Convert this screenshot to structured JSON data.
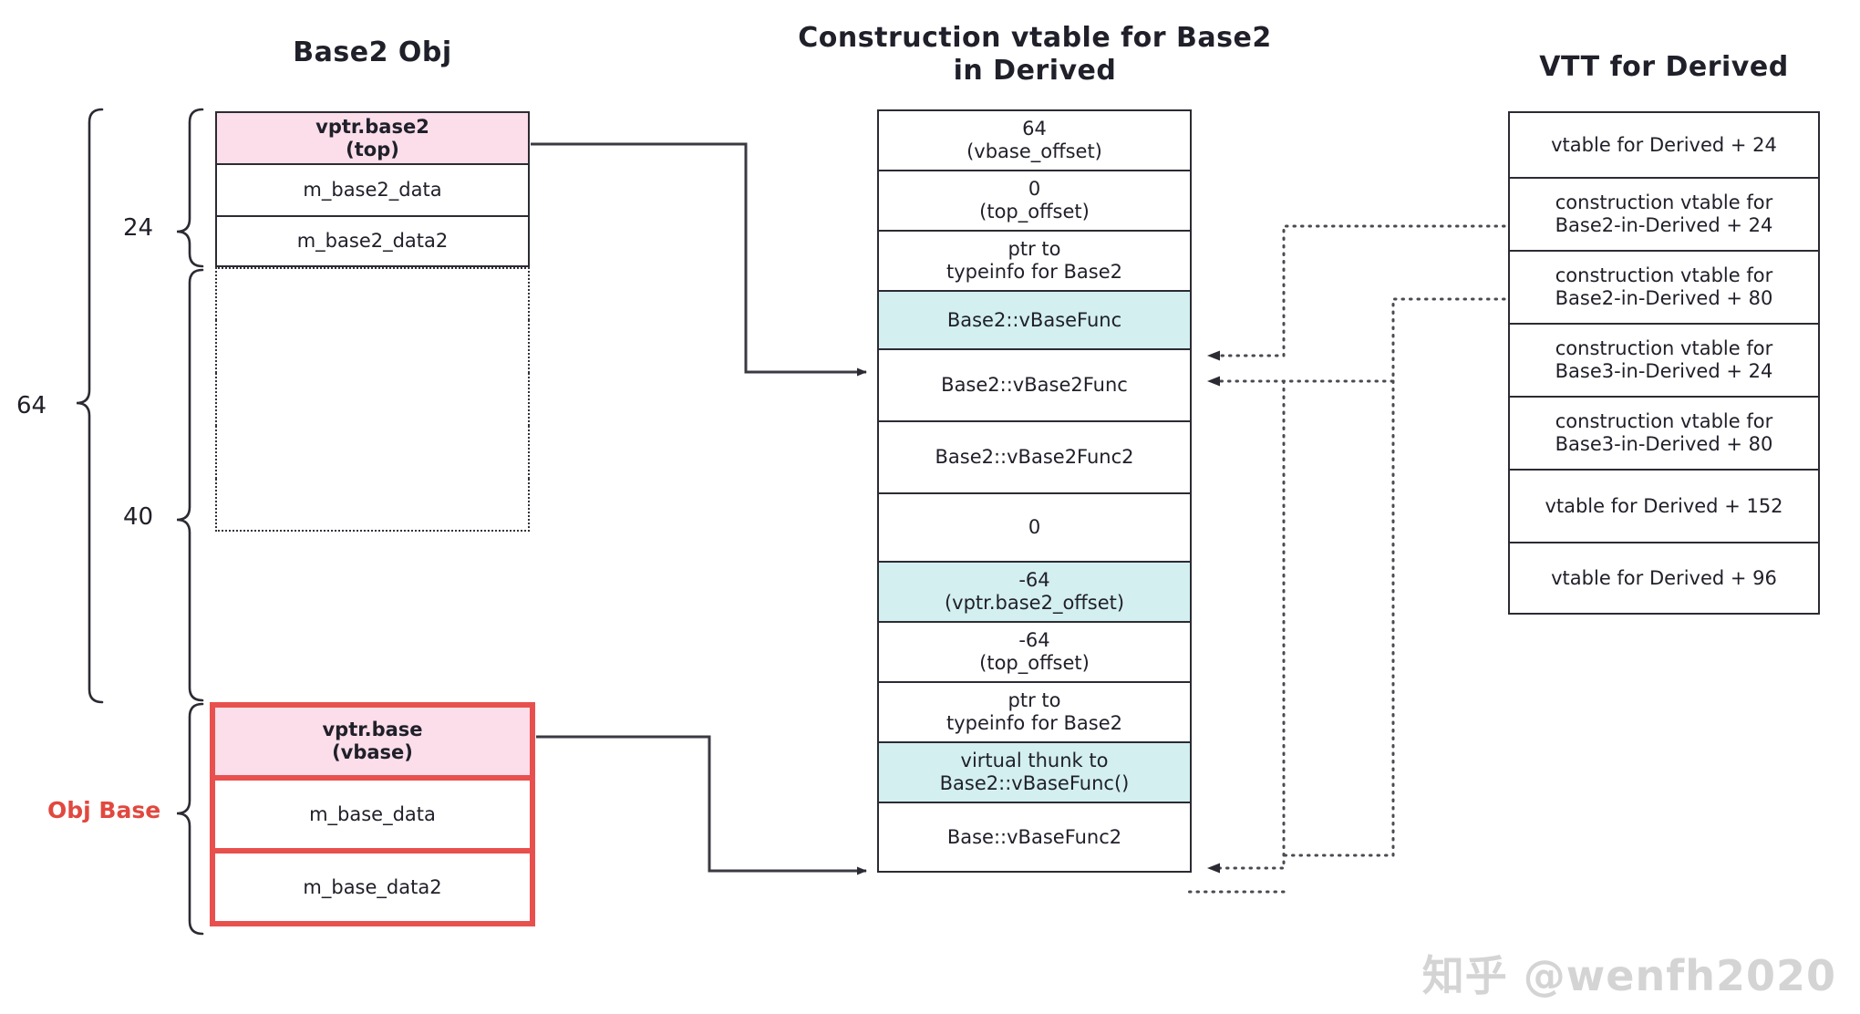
{
  "titles": {
    "left": "Base2 Obj",
    "middle_line1": "Construction vtable for Base2",
    "middle_line2": "in Derived",
    "right": "VTT for Derived"
  },
  "object_layout": {
    "name": "Base2 Obj",
    "top_rows": [
      {
        "label": "vptr.base2\n(top)",
        "highlight": "pink"
      },
      {
        "label": "m_base2_data",
        "highlight": "none"
      },
      {
        "label": "m_base2_data2",
        "highlight": "none"
      }
    ],
    "padding_rows": [
      "",
      "",
      "",
      "",
      ""
    ],
    "base_rows": [
      {
        "label": "vptr.base\n(vbase)",
        "highlight": "pink"
      },
      {
        "label": "m_base_data",
        "highlight": "none"
      },
      {
        "label": "m_base_data2",
        "highlight": "none"
      }
    ],
    "measures": {
      "total": "64",
      "base2_part": "24",
      "padding_part": "40",
      "base_part_label": "Obj Base"
    }
  },
  "construction_vtable": {
    "title": "Construction vtable for Base2 in Derived",
    "rows": [
      {
        "label": "64\n(vbase_offset)",
        "highlight": "none"
      },
      {
        "label": "0\n(top_offset)",
        "highlight": "none"
      },
      {
        "label": "ptr to\ntypeinfo for Base2",
        "highlight": "none"
      },
      {
        "label": "Base2::vBaseFunc",
        "highlight": "cyan"
      },
      {
        "label": "Base2::vBase2Func",
        "highlight": "none"
      },
      {
        "label": "Base2::vBase2Func2",
        "highlight": "none"
      },
      {
        "label": "0",
        "highlight": "none"
      },
      {
        "label": "-64\n(vptr.base2_offset)",
        "highlight": "cyan"
      },
      {
        "label": "-64\n(top_offset)",
        "highlight": "none"
      },
      {
        "label": "ptr to\ntypeinfo for Base2",
        "highlight": "none"
      },
      {
        "label": "virtual thunk to\nBase2::vBaseFunc()",
        "highlight": "cyan"
      },
      {
        "label": "Base::vBaseFunc2",
        "highlight": "none"
      }
    ]
  },
  "vtt": {
    "title": "VTT for Derived",
    "rows": [
      {
        "label": "vtable for Derived + 24"
      },
      {
        "label": "construction vtable for\nBase2-in-Derived + 24"
      },
      {
        "label": "construction vtable for\nBase2-in-Derived + 80"
      },
      {
        "label": "construction vtable for\nBase3-in-Derived + 24"
      },
      {
        "label": "construction vtable for\nBase3-in-Derived + 80"
      },
      {
        "label": "vtable for Derived + 152"
      },
      {
        "label": "vtable for Derived + 96"
      }
    ]
  },
  "colors": {
    "pink_fill": "#fbdeea",
    "cyan_fill": "#d3eff0",
    "red_border": "#e8504e",
    "red_text": "#e1483f",
    "ink": "#20202a"
  },
  "watermark": "知乎 @wenfh2020"
}
